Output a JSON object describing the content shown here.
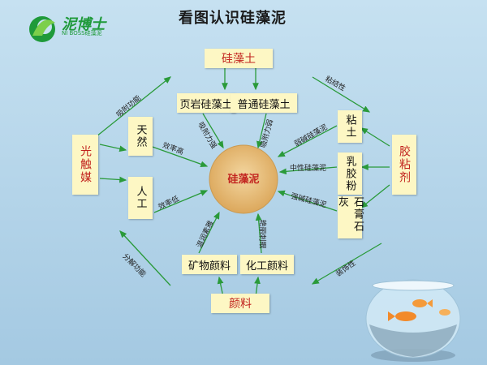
{
  "title": "看图认识硅藻泥",
  "logo": {
    "brand": "泥博士",
    "sub": "NI BOSS硅藻泥",
    "reg": "®"
  },
  "center": "硅藻泥",
  "nodes": {
    "diatomite": "硅藻土",
    "shale": "页岩硅藻土",
    "normal": "普通硅藻土",
    "photocatalyst": "光触媒",
    "natural": "天然",
    "artificial": "人工",
    "binder": "胶粘剂",
    "clay": "粘土",
    "latex": "乳胶粉",
    "gypsum": "石膏石灰",
    "pigment": "颜料",
    "mineral": "矿物颜料",
    "chemical": "化工颜料"
  },
  "edges": {
    "shale_adsorb": "吸附力强",
    "normal_adsorb": "吸附力弱",
    "natural_eff": "效率高",
    "artificial_eff": "效率低",
    "clay_lbl": "弱碱硅藻泥",
    "latex_lbl": "中性硅藻泥",
    "gypsum_lbl": "强碱硅藻泥",
    "mineral_lbl": "温润素雅",
    "chemical_lbl": "艳丽刺眼",
    "photo_top": "吸附功能",
    "photo_bottom": "分解功能",
    "binder_top": "粘结性",
    "binder_bottom": "装饰性"
  },
  "colors": {
    "arrow": "#2a9a3a",
    "box": "#fdf7c4",
    "red_text": "#c2241f",
    "center": "#e3b46c"
  }
}
